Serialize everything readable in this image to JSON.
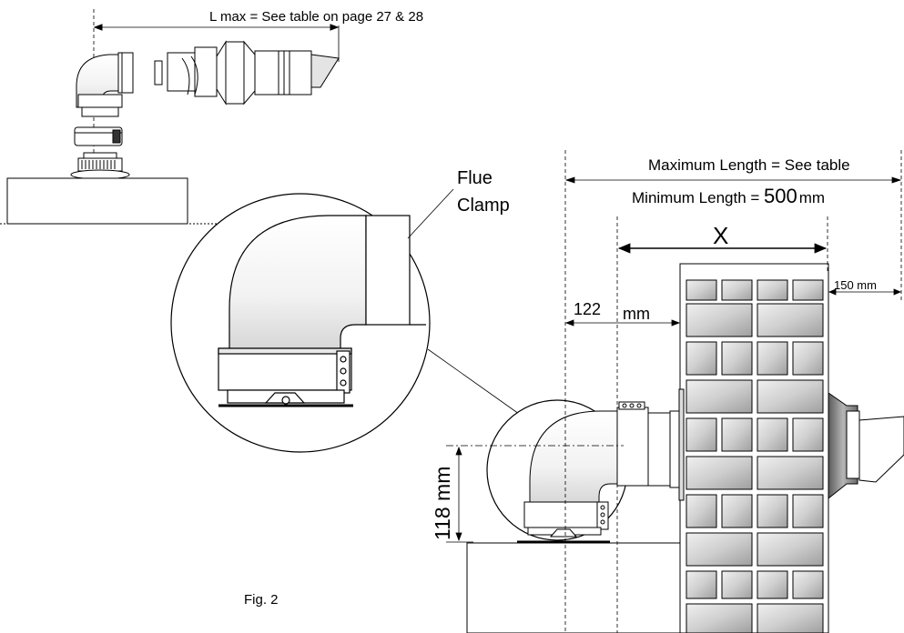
{
  "labels": {
    "l_max": "L max = See table on page 27 & 28",
    "flue": "Flue",
    "clamp": "Clamp",
    "max_len": "Maximum Length = See table",
    "min_len_prefix": "Minimum Length = ",
    "min_len_value": "500",
    "min_len_unit": "mm",
    "x": "X",
    "dim_150": "150 mm",
    "dim_122_value": "122",
    "dim_122_unit": "mm",
    "dim_118": "118 mm",
    "fig": "Fig. 2"
  },
  "colors": {
    "line": "#000000",
    "pipe_fill": "#ffffff",
    "brick_fill": "#c9c9c9",
    "brick_light": "#e6e6e6",
    "terminal_dark": "#7a7a7a"
  }
}
